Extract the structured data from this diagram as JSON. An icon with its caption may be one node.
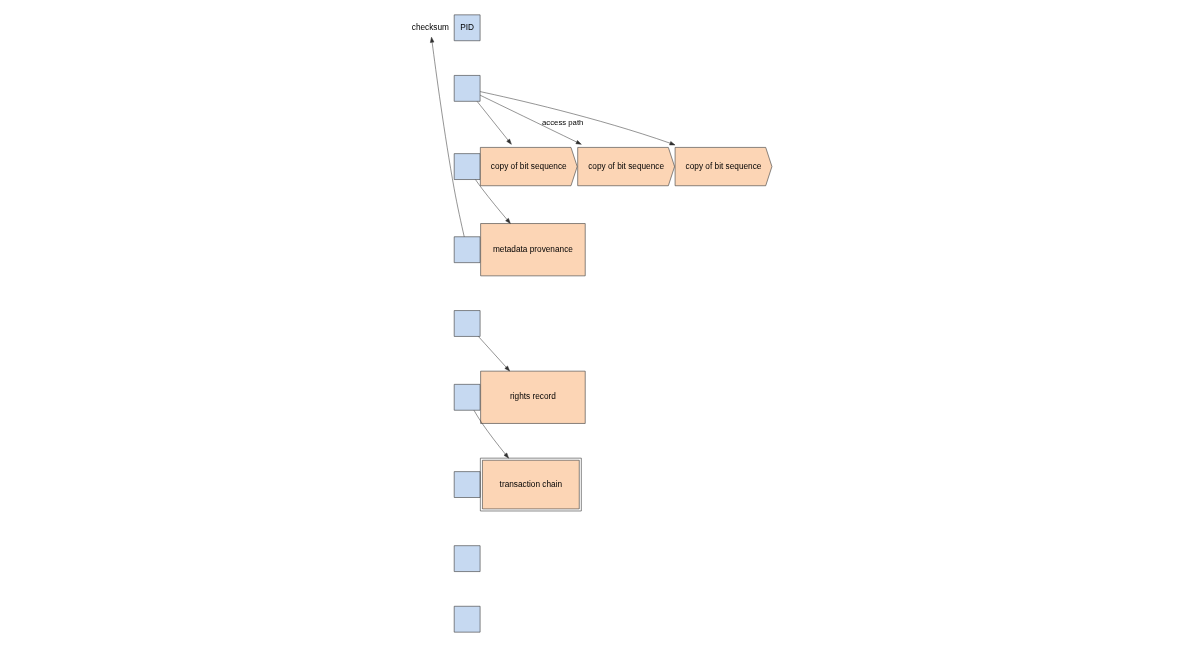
{
  "diagram": {
    "nodes": [
      {
        "text": [
          "checksum"
        ]
      },
      {
        "text": [
          "PID"
        ]
      },
      {
        "text": [],
        "shape": "box"
      },
      {
        "text": [],
        "shape": "box"
      },
      {
        "text": [],
        "shape": "box"
      },
      {
        "text": [],
        "shape": "box"
      },
      {
        "text": [],
        "shape": "box"
      },
      {
        "text": [],
        "shape": "box"
      },
      {
        "text": [],
        "shape": "box"
      },
      {
        "text": [],
        "shape": "box"
      },
      {
        "text": [
          "copy of bit sequence"
        ]
      },
      {
        "text": [
          "copy of bit sequence"
        ]
      },
      {
        "text": [
          "copy of bit sequence"
        ]
      },
      {
        "text": [
          "transaction chain"
        ]
      },
      {
        "text": [
          "metadata provenance"
        ]
      },
      {
        "text": [
          "rights record"
        ]
      }
    ],
    "edges": [
      {
        "from": 4,
        "to": 0,
        "arrow": "to"
      },
      {
        "from": 2,
        "to": 10,
        "arrow": "to"
      },
      {
        "from": 2,
        "to": 11,
        "arrow": "to",
        "label": "access path"
      },
      {
        "from": 2,
        "to": 12,
        "arrow": "to"
      },
      {
        "from": 3,
        "to": 14,
        "arrow": "to"
      },
      {
        "from": 5,
        "to": 15,
        "arrow": "to"
      },
      {
        "from": 6,
        "to": 13,
        "arrow": "to"
      }
    ]
  }
}
